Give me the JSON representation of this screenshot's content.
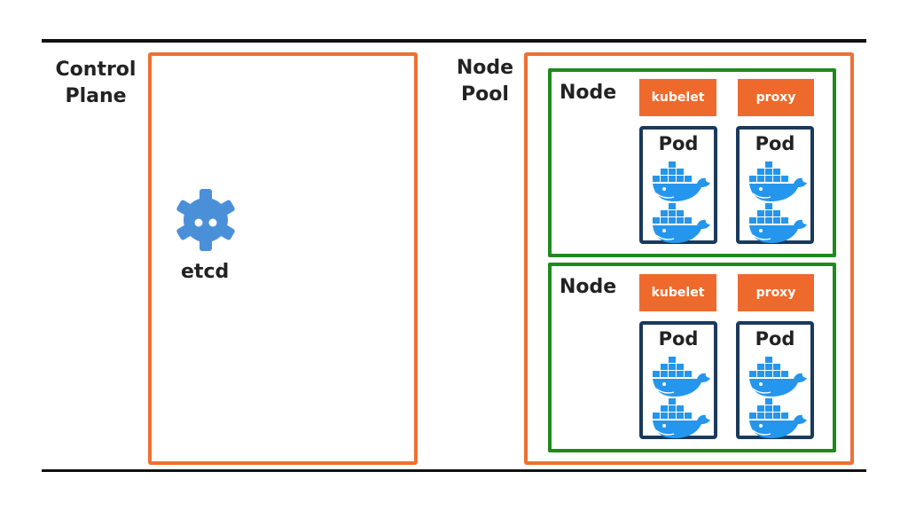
{
  "control_plane": {
    "label_line1": "Control",
    "label_line2": "Plane",
    "etcd_label": "etcd"
  },
  "node_pool": {
    "label_line1": "Node",
    "label_line2": "Pool",
    "nodes": [
      {
        "title": "Node",
        "kubelet": "kubelet",
        "proxy": "proxy",
        "pods": [
          {
            "title": "Pod"
          },
          {
            "title": "Pod"
          }
        ]
      },
      {
        "title": "Node",
        "kubelet": "kubelet",
        "proxy": "proxy",
        "pods": [
          {
            "title": "Pod"
          },
          {
            "title": "Pod"
          }
        ]
      }
    ]
  },
  "icons": {
    "etcd": "etcd-gear-icon",
    "container": "docker-whale-icon"
  },
  "colors": {
    "control_box": "#ee7034",
    "node_box": "#1e8a1e",
    "chip": "#ee6a2c",
    "pod_border": "#1a3a5c",
    "docker_blue": "#2496ed"
  }
}
